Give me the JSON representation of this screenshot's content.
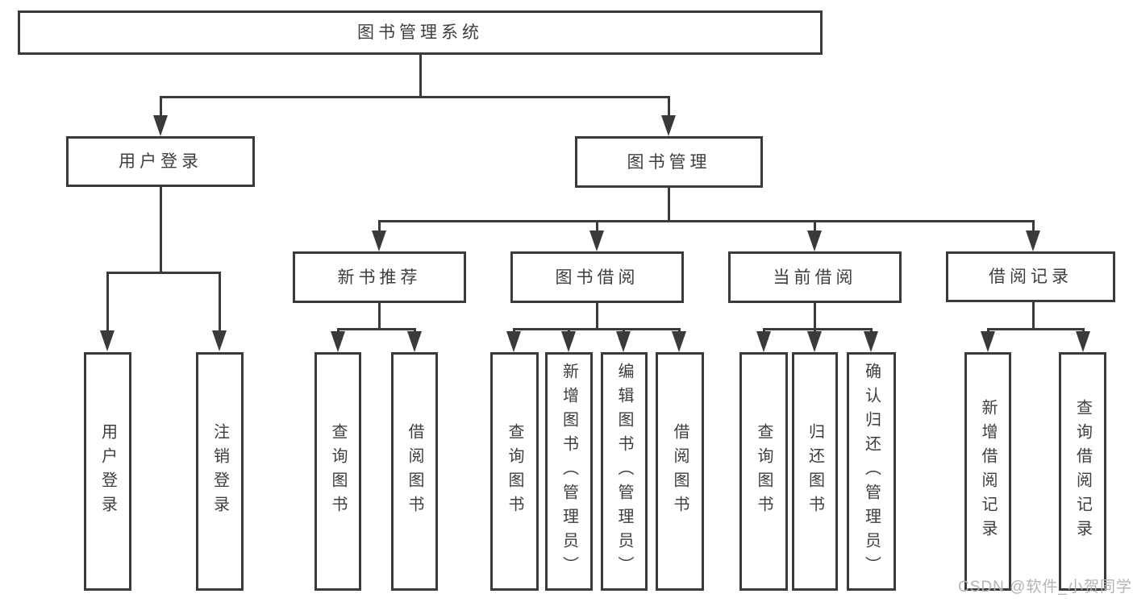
{
  "tree": {
    "label": "图书管理系统",
    "children": [
      {
        "label": "用户登录",
        "children": [
          {
            "label": "用户登录"
          },
          {
            "label": "注销登录"
          }
        ]
      },
      {
        "label": "图书管理",
        "children": [
          {
            "label": "新书推荐",
            "children": [
              {
                "label": "查询图书"
              },
              {
                "label": "借阅图书"
              }
            ]
          },
          {
            "label": "图书借阅",
            "children": [
              {
                "label": "查询图书"
              },
              {
                "label": "新增图书（管理员）"
              },
              {
                "label": "编辑图书（管理员）"
              },
              {
                "label": "借阅图书"
              }
            ]
          },
          {
            "label": "当前借阅",
            "children": [
              {
                "label": "查询图书"
              },
              {
                "label": "归还图书"
              },
              {
                "label": "确认归还（管理员）"
              }
            ]
          },
          {
            "label": "借阅记录",
            "children": [
              {
                "label": "新增借阅记录"
              },
              {
                "label": "查询借阅记录"
              }
            ]
          }
        ]
      }
    ]
  },
  "watermark": {
    "text": "CSDN @软件_小贺同学"
  },
  "colors": {
    "line": "#3a3a3a",
    "text": "#3e3e3e",
    "watermark": "#b3b3b3",
    "background": "#ffffff"
  }
}
